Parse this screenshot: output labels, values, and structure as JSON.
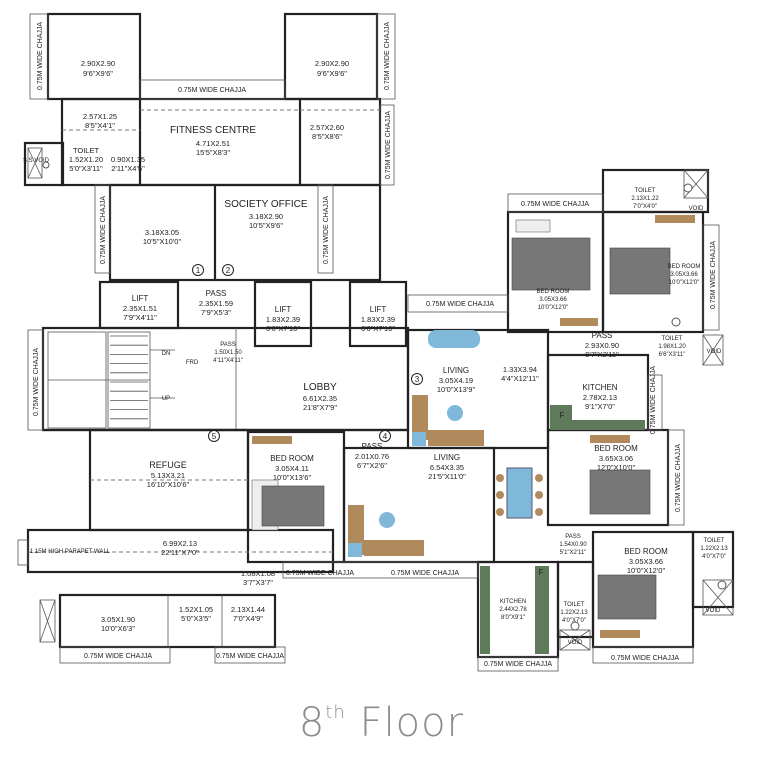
{
  "title": {
    "number": "8",
    "suffix": "th",
    "word": "Floor"
  },
  "rooms": {
    "r1": {
      "name": "",
      "dim1": "2.90X2.90",
      "dim2": "9'6\"X9'6\""
    },
    "r2": {
      "name": "",
      "dim1": "2.90X2.90",
      "dim2": "9'6\"X9'6\""
    },
    "r3": {
      "name": "",
      "dim1": "2.57X1.25",
      "dim2": "8'5\"X4'1\""
    },
    "fitness": {
      "name": "FITNESS CENTRE",
      "dim1": "4.71X2.51",
      "dim2": "15'5\"X8'3\""
    },
    "r4": {
      "name": "",
      "dim1": "2.57X2.60",
      "dim2": "8'5\"X8'6\""
    },
    "toilet1": {
      "name": "TOILET",
      "dim1": "1.52X1.20",
      "dim2": "5'0\"X3'11\""
    },
    "r5": {
      "name": "",
      "dim1": "0.90X1.35",
      "dim2": "2'11\"X4'5\""
    },
    "r6": {
      "name": "",
      "dim1": "3.18X3.05",
      "dim2": "10'5\"X10'0\""
    },
    "society": {
      "name": "SOCIETY OFFICE",
      "dim1": "3.18X2.90",
      "dim2": "10'5\"X9'6\""
    },
    "lift1": {
      "name": "LIFT",
      "dim1": "2.35X1.51",
      "dim2": "7'9\"X4'11\""
    },
    "pass1": {
      "name": "PASS",
      "dim1": "2.35X1.59",
      "dim2": "7'9\"X5'3\""
    },
    "lift2": {
      "name": "LIFT",
      "dim1": "1.83X2.39",
      "dim2": "6'0\"X7'10\""
    },
    "lift3": {
      "name": "LIFT",
      "dim1": "1.83X2.39",
      "dim2": "6'0\"X7'10\""
    },
    "pass2": {
      "name": "PASS",
      "dim1": "1.50X1.50",
      "dim2": "4'11\"X4'11\""
    },
    "lobby": {
      "name": "LOBBY",
      "dim1": "6.61X2.35",
      "dim2": "21'8\"X7'9\""
    },
    "refuge": {
      "name": "REFUGE",
      "dim1": "5.13X3.21",
      "dim2": "16'10\"X10'6\""
    },
    "r7": {
      "name": "",
      "dim1": "6.99X2.13",
      "dim2": "22'11\"X7'0\""
    },
    "r8": {
      "name": "",
      "dim1": "1.08X1.08",
      "dim2": "3'7\"X3'7\""
    },
    "r9": {
      "name": "",
      "dim1": "3.05X1.90",
      "dim2": "10'0\"X6'3\""
    },
    "r10": {
      "name": "",
      "dim1": "1.52X1.05",
      "dim2": "5'0\"X3'5\""
    },
    "r11": {
      "name": "",
      "dim1": "2.13X1.44",
      "dim2": "7'0\"X4'9\""
    },
    "bed1": {
      "name": "BED ROOM",
      "dim1": "3.05X4.11",
      "dim2": "10'0\"X13'6\""
    },
    "pass3": {
      "name": "PASS",
      "dim1": "2.01X0.76",
      "dim2": "6'7\"X2'6\""
    },
    "living1": {
      "name": "LIVING",
      "dim1": "6.54X3.35",
      "dim2": "21'5\"X11'0\""
    },
    "living2": {
      "name": "LIVING",
      "dim1": "3.05X4.19",
      "dim2": "10'0\"X13'9\""
    },
    "r12": {
      "name": "",
      "dim1": "1.33X3.94",
      "dim2": "4'4\"X12'11\""
    },
    "kitchen1": {
      "name": "KITCHEN",
      "dim1": "2.78X2.13",
      "dim2": "9'1\"X7'0\""
    },
    "pass4": {
      "name": "PASS",
      "dim1": "2.93X0.90",
      "dim2": "9'7\"X2'11\""
    },
    "bed2": {
      "name": "BED ROOM",
      "dim1": "3.05X3.66",
      "dim2": "10'0\"X12'0\""
    },
    "bed3": {
      "name": "BED ROOM",
      "dim1": "3.05X3.66",
      "dim2": "10'0\"X12'0\""
    },
    "toilet2": {
      "name": "TOILET",
      "dim1": "2.13X1.22",
      "dim2": "7'0\"X4'0\""
    },
    "toilet3": {
      "name": "TOILET",
      "dim1": "1.98X1.20",
      "dim2": "6'6\"X3'11\""
    },
    "bed4": {
      "name": "BED ROOM",
      "dim1": "3.65X3.06",
      "dim2": "12'0\"X10'0\""
    },
    "bed5": {
      "name": "BED ROOM",
      "dim1": "3.05X3.66",
      "dim2": "10'0\"X12'0\""
    },
    "pass5": {
      "name": "PASS",
      "dim1": "1.54X0.90",
      "dim2": "5'1\"X2'11\""
    },
    "toilet4": {
      "name": "TOILET",
      "dim1": "1.22X2.13",
      "dim2": "4'0\"X7'0\""
    },
    "toilet5": {
      "name": "TOILET",
      "dim1": "1.22X2.13",
      "dim2": "4'0\"X7'0\""
    },
    "kitchen2": {
      "name": "KITCHEN",
      "dim1": "2.44X2.78",
      "dim2": "8'0\"X9'1\""
    }
  },
  "labels": {
    "chajja": "0.75M WIDE CHAJJA",
    "void": "VOID",
    "ss_void": "S.S VOID",
    "parapet": "1.15M HIGH PARAPET WALL",
    "dn": "DN",
    "up": "UP",
    "frd": "FRD",
    "fridge": "F"
  },
  "markers": [
    "1",
    "2",
    "3",
    "4",
    "5"
  ],
  "colors": {
    "wall": "#222222",
    "floor": "#ffffff",
    "title": "#8c8c8c",
    "furniture_blue": "#7fb8d8",
    "sofa": "#b08a5c",
    "counter": "#5f7a5a"
  }
}
